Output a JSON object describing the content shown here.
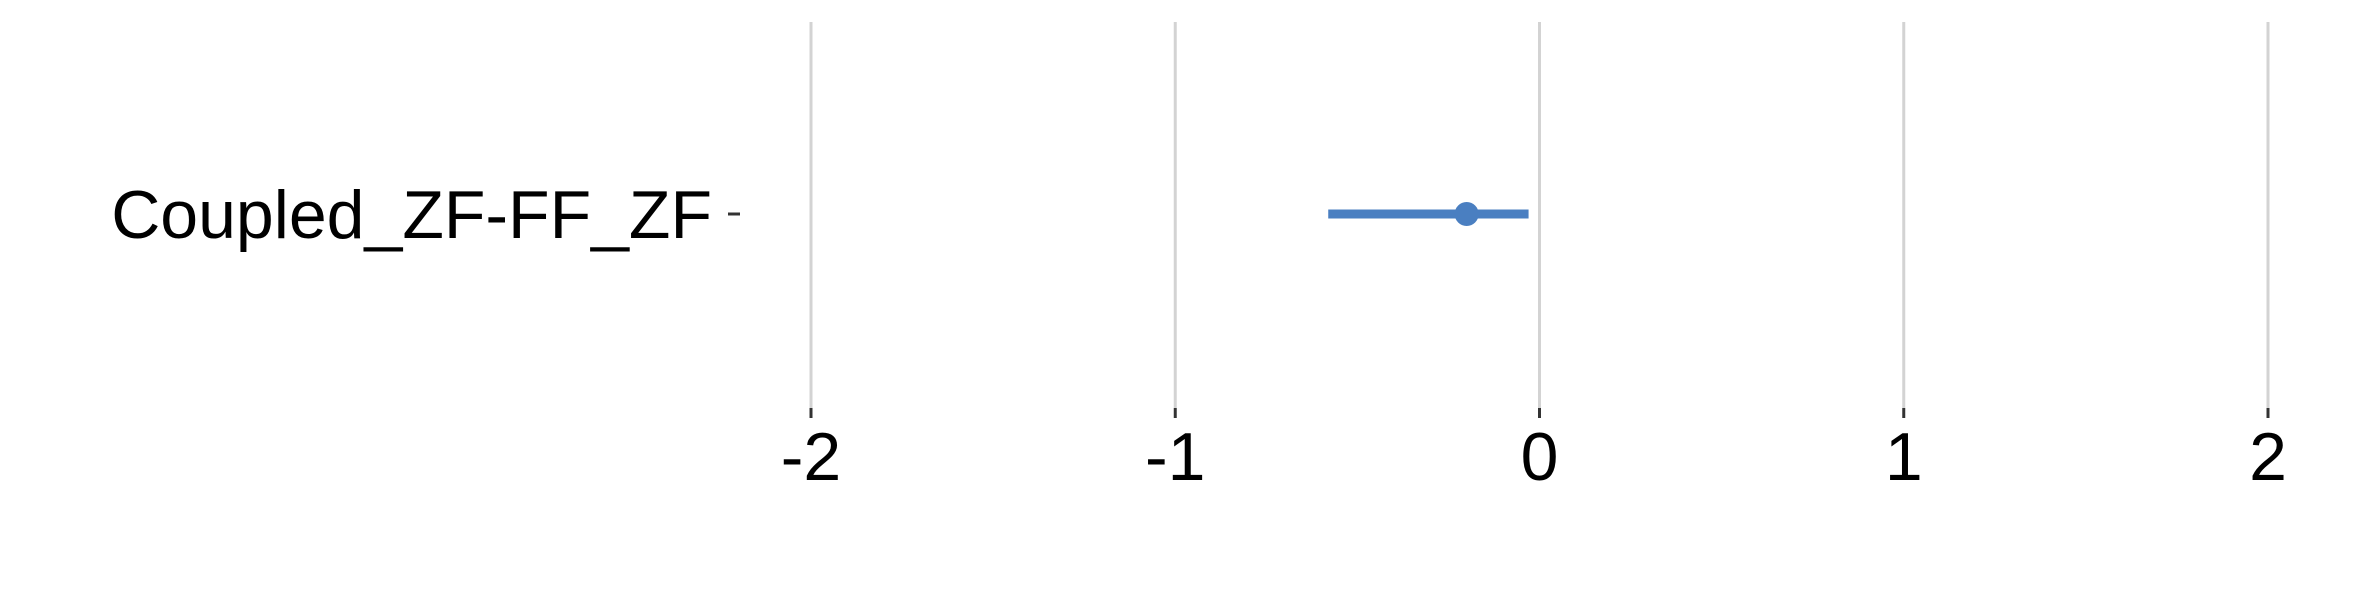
{
  "chart_data": {
    "type": "forest",
    "categories": [
      "Coupled_ZF-FF_ZF"
    ],
    "series": [
      {
        "estimates": [
          -0.2
        ],
        "lower": [
          -0.58
        ],
        "upper": [
          -0.03
        ],
        "color": "#4a7fc1"
      }
    ],
    "xlim": [
      -2,
      2
    ],
    "xticks": [
      -2,
      -1,
      0,
      1,
      2
    ],
    "xtick_labels": [
      "-2",
      "-1",
      "0",
      "1",
      "2"
    ],
    "xlabel": "",
    "ylabel": "",
    "title": "",
    "grid": "vertical-major",
    "grid_color": "#d3d3d3",
    "legend": "none"
  }
}
